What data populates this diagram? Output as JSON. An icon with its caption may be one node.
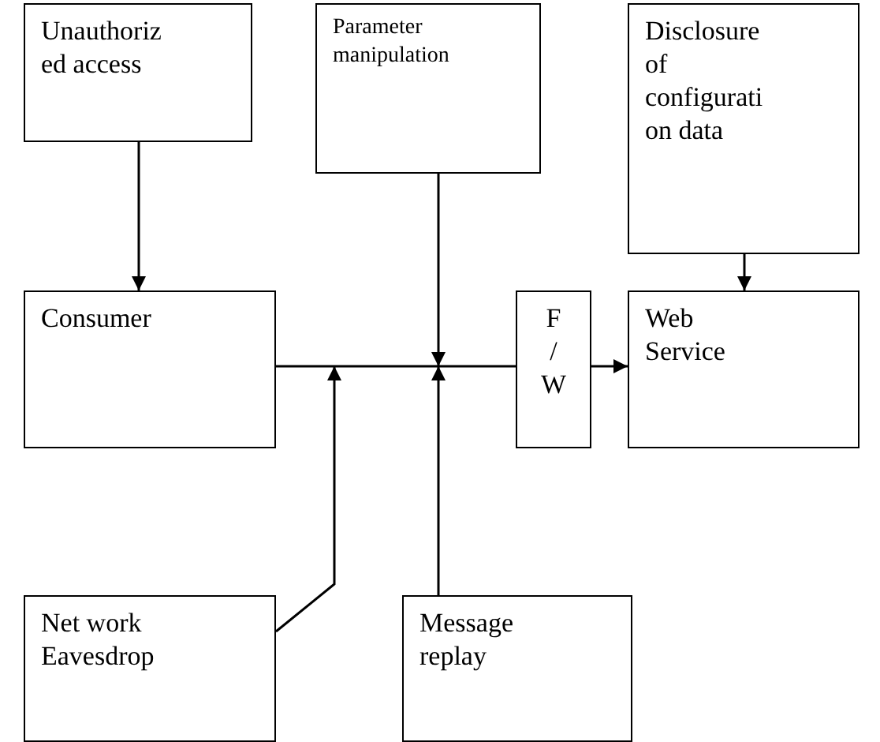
{
  "diagram": {
    "nodes": [
      {
        "text": [
          "Unauthoriz ed access"
        ]
      },
      {
        "text": [
          "Parameter manipulation"
        ]
      },
      {
        "text": [
          "Disclosure of configurati on data"
        ]
      },
      {
        "text": [
          "Consumer"
        ]
      },
      {
        "text": [
          "F / W"
        ]
      },
      {
        "text": [
          "Web Service"
        ]
      },
      {
        "text": [
          "Net work Eavesdrop"
        ]
      },
      {
        "text": [
          "Message replay"
        ]
      }
    ],
    "edges": [
      {
        "from": 0,
        "to": 3,
        "arrow": "to"
      },
      {
        "from": 3,
        "to": 4,
        "arrow": "none"
      },
      {
        "from": 4,
        "to": 5,
        "arrow": "to"
      },
      {
        "from": 2,
        "to": 5,
        "arrow": "to"
      },
      {
        "from": 1,
        "to": null,
        "arrow": "to"
      },
      {
        "from": 6,
        "to": null,
        "arrow": "to"
      },
      {
        "from": 7,
        "to": null,
        "arrow": "to"
      }
    ]
  }
}
